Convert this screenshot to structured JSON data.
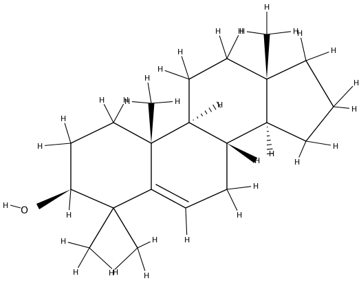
{
  "molecule": {
    "atom_labels": {
      "hydrogen": "H",
      "hydroxyl_oxygen": "O",
      "hydroxyl_hydrogen": "H"
    },
    "colors": {
      "background": "#ffffff",
      "ink": "#000000"
    }
  }
}
